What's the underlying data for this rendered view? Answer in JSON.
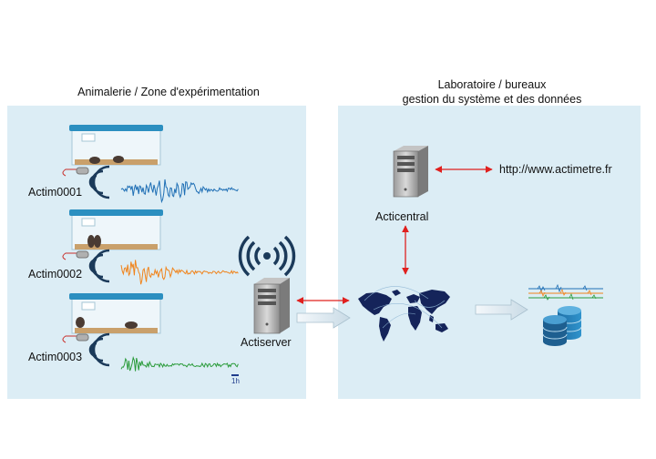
{
  "left_zone": {
    "title": "Animalerie / Zone d'expérimentation"
  },
  "right_zone": {
    "title_line1": "Laboratoire / bureaux",
    "title_line2": "gestion du système et des données"
  },
  "sensors": [
    {
      "label": "Actim0001",
      "signal_color": "#1f6fb5"
    },
    {
      "label": "Actim0002",
      "signal_color": "#f0841c"
    },
    {
      "label": "Actim0003",
      "signal_color": "#2a9b3a"
    }
  ],
  "scale_bar": {
    "label": "1h"
  },
  "actiserver": {
    "label": "Actiserver"
  },
  "acticentral": {
    "label": "Acticentral"
  },
  "website": {
    "url": "http://www.actimetre.fr"
  },
  "icons": [
    "wifi-icon",
    "server-icon",
    "world-map-icon",
    "database-icon",
    "cage-icon",
    "mouse-icon"
  ],
  "colors": {
    "panel": "#dcedf5",
    "arrow_red": "#e0201e",
    "cage_lid": "#2b8fc0",
    "map": "#15245a"
  }
}
